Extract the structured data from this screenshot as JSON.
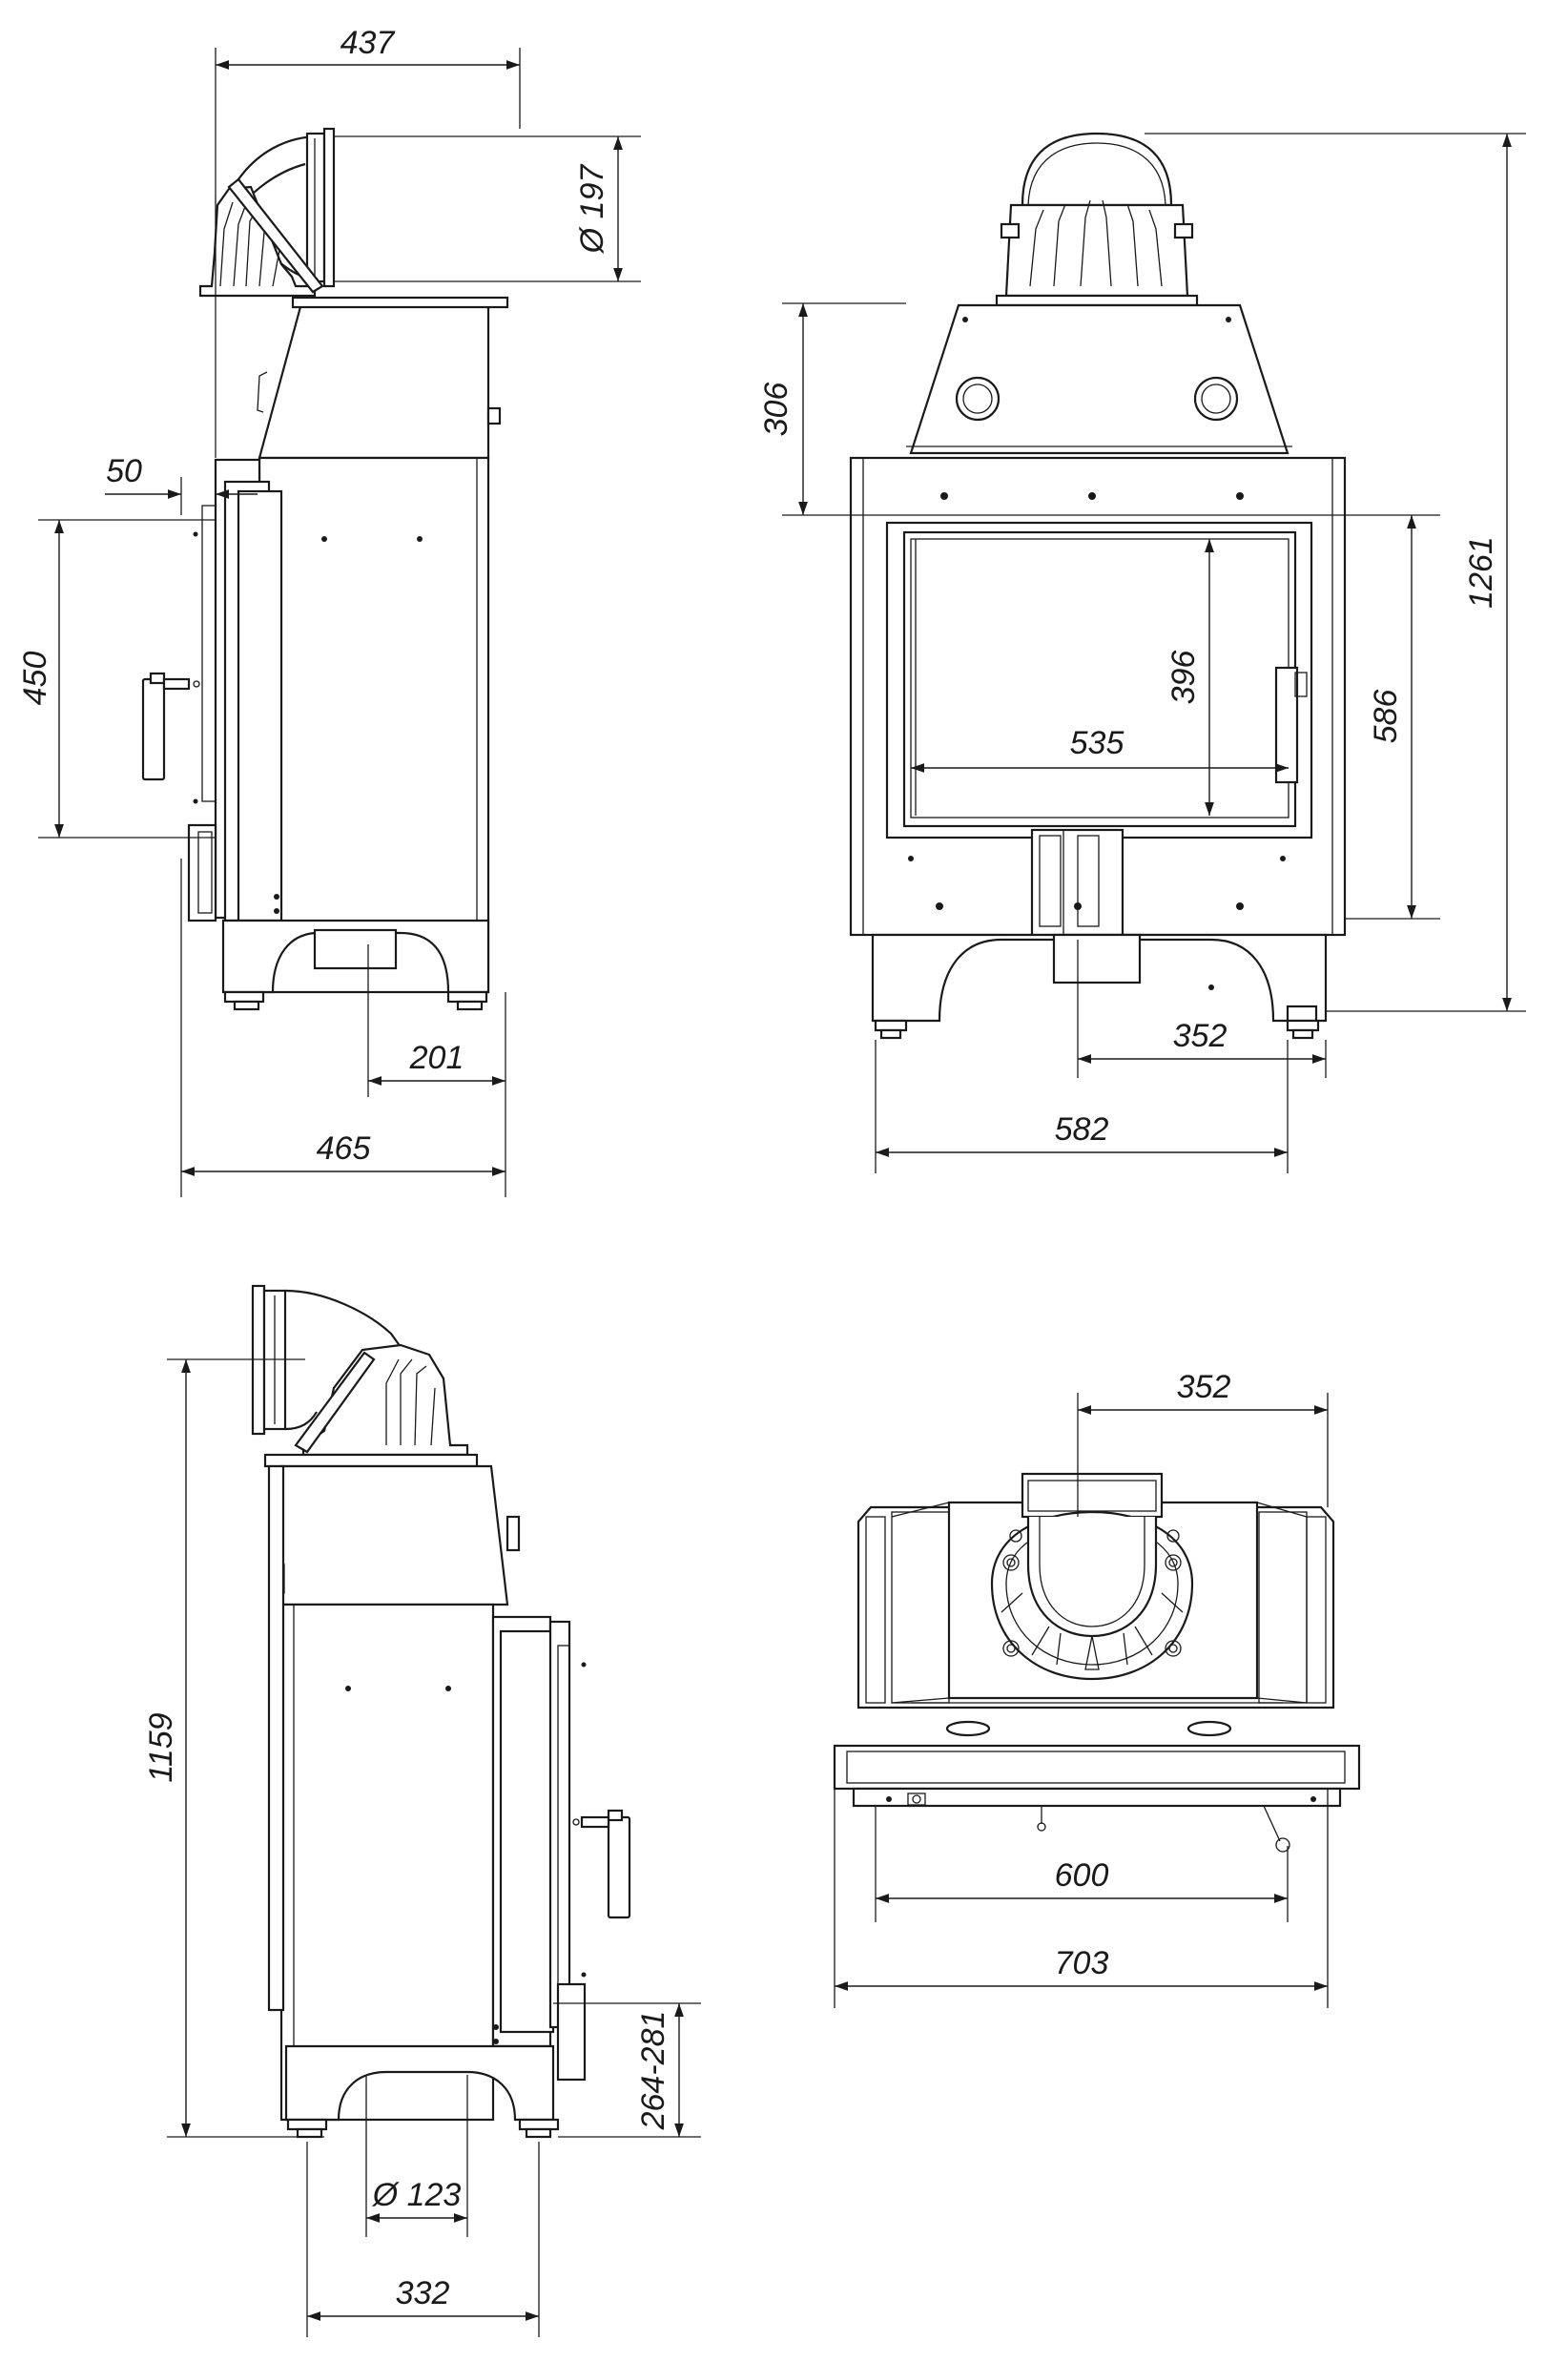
{
  "dims": {
    "side_top_width": "437",
    "flue_diameter_side": "Ø 197",
    "glass_offset": "50",
    "side_door_height": "450",
    "side_bottom_outlet": "201",
    "side_depth": "465",
    "front_hood_height": "306",
    "front_glass_height": "396",
    "front_glass_width": "535",
    "front_door_height": "586",
    "front_total_height": "1261",
    "front_outlet_offset": "352",
    "front_width": "582",
    "rear_total_height": "1159",
    "rear_air_inlet_height": "264-281",
    "rear_air_inlet_diameter": "Ø 123",
    "rear_depth": "332",
    "top_outlet_offset": "352",
    "top_inner_width": "600",
    "top_outer_width": "703"
  },
  "colors": {
    "line": "#1a1a1a",
    "background": "#ffffff"
  }
}
